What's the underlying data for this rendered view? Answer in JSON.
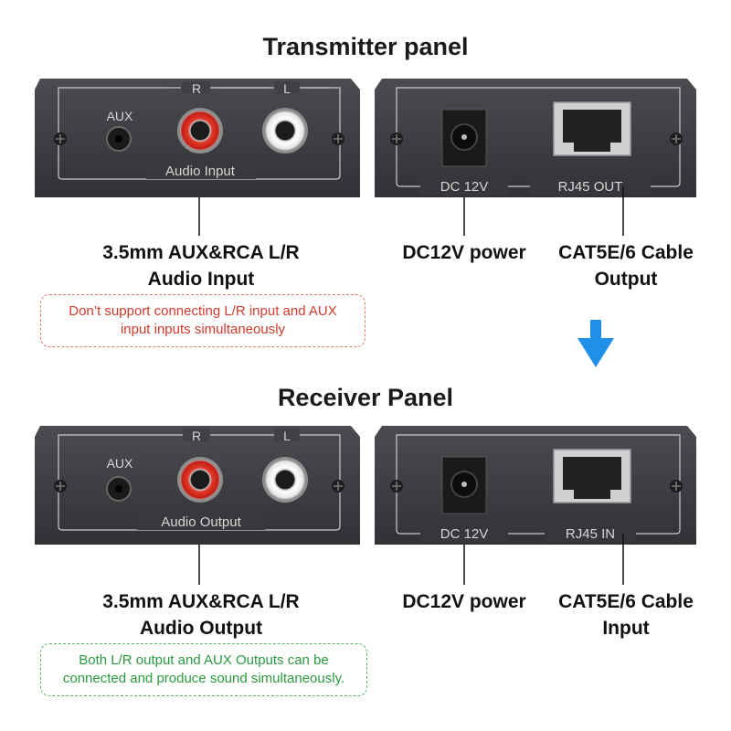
{
  "transmitter": {
    "title": "Transmitter panel",
    "audio_panel": {
      "r": "R",
      "l": "L",
      "aux": "AUX",
      "label": "Audio Input"
    },
    "power_panel": {
      "dc": "DC 12V",
      "rj45": "RJ45 OUT"
    },
    "caption_audio_1": "3.5mm AUX&RCA L/R",
    "caption_audio_2": "Audio Input",
    "caption_power": "DC12V power",
    "caption_cable_1": "CAT5E/6 Cable",
    "caption_cable_2": "Output",
    "note_1": "Don’t support connecting L/R input and AUX",
    "note_2": "input inputs simultaneously"
  },
  "receiver": {
    "title": "Receiver Panel",
    "audio_panel": {
      "r": "R",
      "l": "L",
      "aux": "AUX",
      "label": "Audio Output"
    },
    "power_panel": {
      "dc": "DC 12V",
      "rj45": "RJ45 IN"
    },
    "caption_audio_1": "3.5mm AUX&RCA L/R",
    "caption_audio_2": "Audio Output",
    "caption_power": "DC12V power",
    "caption_cable_1": "CAT5E/6 Cable",
    "caption_cable_2": "Input",
    "note_1": "Both L/R output and AUX Outputs can be",
    "note_2": "connected and produce sound simultaneously."
  },
  "colors": {
    "panel": "#3b3d40",
    "panel_dark": "#2a2b2e",
    "line": "#c9cbce",
    "arrow": "#1f8fe8",
    "rca_red": "#d8291f",
    "rca_white": "#f2f2f2"
  },
  "icons": {
    "arrow": "arrow-down-icon"
  }
}
